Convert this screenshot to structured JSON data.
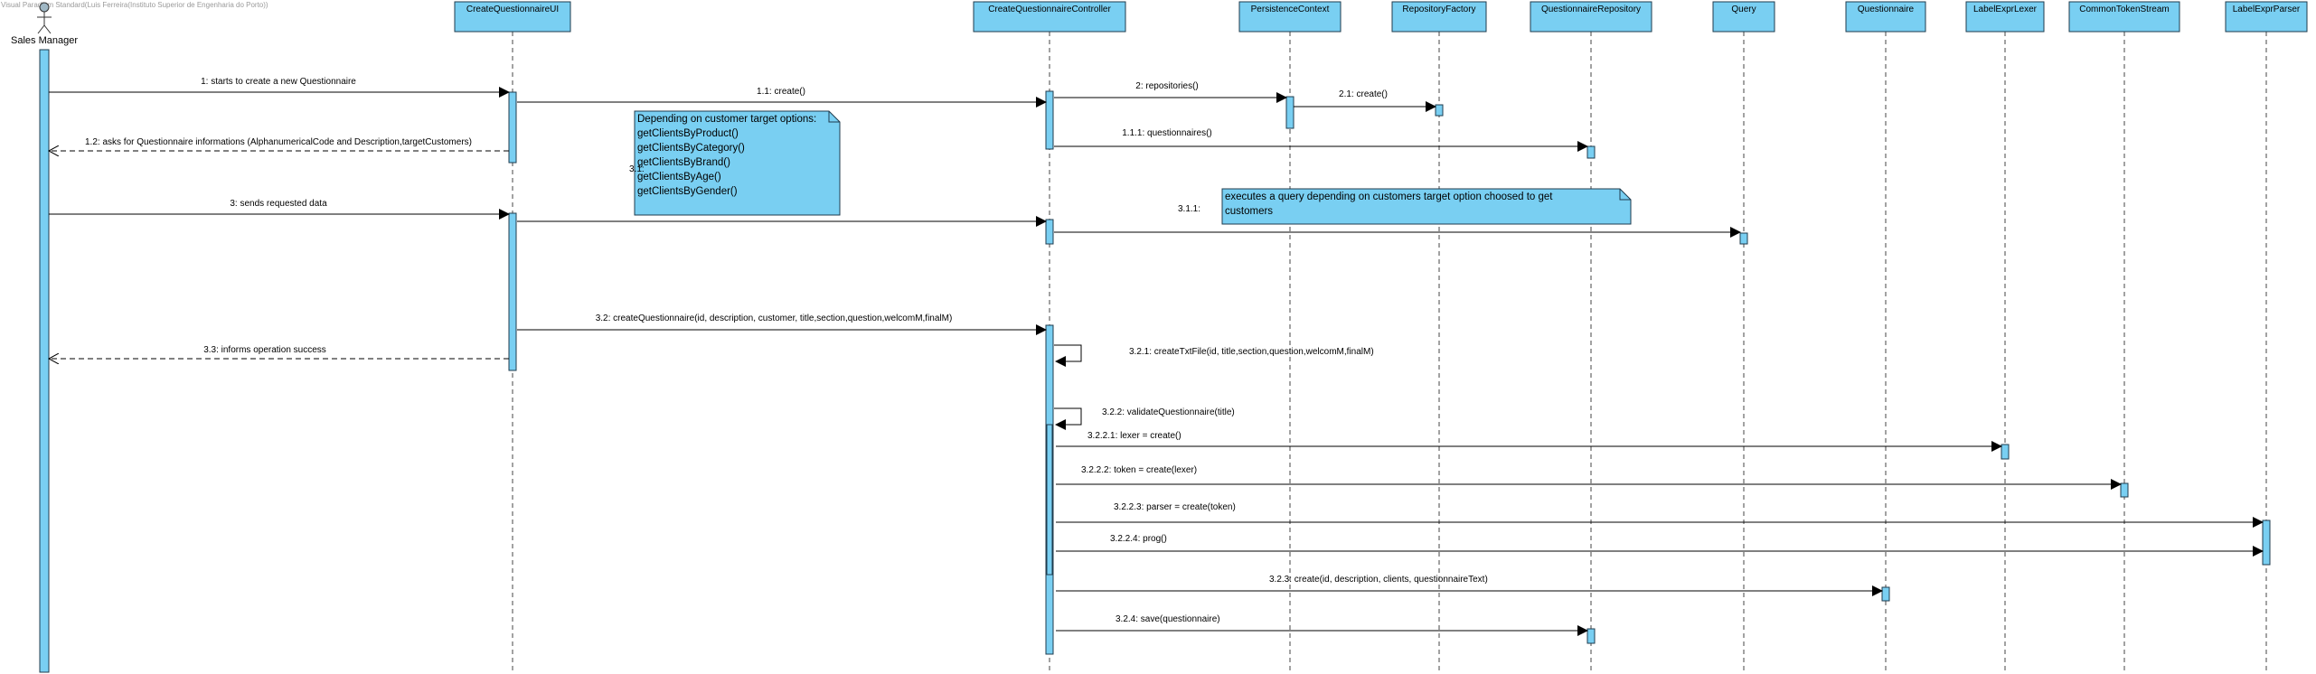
{
  "watermark": "Visual Paradigm Standard(Luis Ferreira(Instituto Superior de Engenharia do Porto))",
  "colors": {
    "box_fill": "#79CFF2",
    "box_stroke": "#1f3b4d",
    "line": "#000000",
    "lifeline": "#444444"
  },
  "actor": {
    "name": "Sales Manager"
  },
  "lifelines": [
    {
      "id": "ui",
      "label": "CreateQuestionnaireUI"
    },
    {
      "id": "ctrl",
      "label": "CreateQuestionnaireController"
    },
    {
      "id": "pc",
      "label": "PersistenceContext"
    },
    {
      "id": "rf",
      "label": "RepositoryFactory"
    },
    {
      "id": "qrepo",
      "label": "QuestionnaireRepository"
    },
    {
      "id": "query",
      "label": "Query"
    },
    {
      "id": "q",
      "label": "Questionnaire"
    },
    {
      "id": "lexer",
      "label": "LabelExprLexer"
    },
    {
      "id": "cts",
      "label": "CommonTokenStream"
    },
    {
      "id": "parser",
      "label": "LabelExprParser"
    }
  ],
  "messages": [
    {
      "id": "m1",
      "label": "1: starts to create a new Questionnaire"
    },
    {
      "id": "m11",
      "label": "1.1: create()"
    },
    {
      "id": "m2",
      "label": "2: repositories()"
    },
    {
      "id": "m21",
      "label": "2.1: create()"
    },
    {
      "id": "m111",
      "label": "1.1.1: questionnaires()"
    },
    {
      "id": "m12",
      "label": "1.2: asks for Questionnaire informations (AlphanumericalCode and Description,targetCustomers)"
    },
    {
      "id": "m3",
      "label": "3: sends requested data"
    },
    {
      "id": "m31",
      "label": "3.1:"
    },
    {
      "id": "m311",
      "label": "3.1.1:"
    },
    {
      "id": "m32",
      "label": "3.2: createQuestionnaire(id, description, customer, title,section,question,welcomM,finalM)"
    },
    {
      "id": "m33",
      "label": "3.3: informs operation success"
    },
    {
      "id": "m321",
      "label": "3.2.1: createTxtFile(id, title,section,question,welcomM,finalM)"
    },
    {
      "id": "m322",
      "label": "3.2.2: validateQuestionnaire(title)"
    },
    {
      "id": "m3221",
      "label": "3.2.2.1: lexer = create()"
    },
    {
      "id": "m3222",
      "label": "3.2.2.2: token = create(lexer)"
    },
    {
      "id": "m3223",
      "label": "3.2.2.3: parser = create(token)"
    },
    {
      "id": "m3224",
      "label": "3.2.2.4: prog()"
    },
    {
      "id": "m323",
      "label": "3.2.3: create(id, description, clients, questionnaireText)"
    },
    {
      "id": "m324",
      "label": "3.2.4: save(questionnaire)"
    }
  ],
  "notes": [
    {
      "id": "note1",
      "lines": [
        "Depending on customer target options:",
        "getClientsByProduct()",
        "getClientsByCategory()",
        "getClientsByBrand()",
        "getClientsByAge()",
        "getClientsByGender()"
      ]
    },
    {
      "id": "note2",
      "lines": [
        "executes a query depending on customers target option choosed to get",
        "customers"
      ]
    }
  ]
}
